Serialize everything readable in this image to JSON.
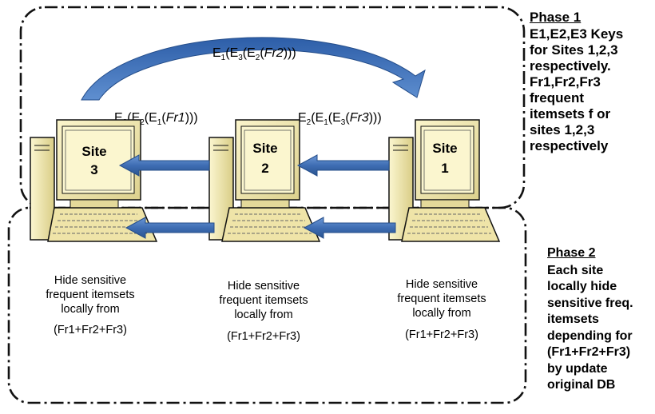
{
  "phase1": {
    "title": "Phase 1",
    "lines": [
      "E1,E2,E3 Keys",
      "for Sites 1,2,3",
      "respectively.",
      "Fr1,Fr2,Fr3",
      "frequent",
      "itemsets f or",
      "sites 1,2,3",
      "respectively"
    ]
  },
  "phase2": {
    "title": "Phase 2",
    "lines": [
      "Each site",
      "locally hide",
      "sensitive freq.",
      "itemsets",
      "depending for",
      "(Fr1+Fr2+Fr3)",
      "by update",
      "original DB"
    ]
  },
  "sites": [
    {
      "name": "Site",
      "number": "3"
    },
    {
      "name": "Site",
      "number": "2"
    },
    {
      "name": "Site",
      "number": "1"
    }
  ],
  "formulas": {
    "top": {
      "prefix": "E",
      "s1": "1",
      "p2": "(E",
      "s2": "3",
      "p3": "(E",
      "s3": "2",
      "p4": "(",
      "var": "Fr2",
      "suffix": ")))"
    },
    "left": {
      "prefix": "E",
      "s1": "3",
      "p2": "(E",
      "s2": "2",
      "p3": "(E",
      "s3": "1",
      "p4": "(",
      "var": "Fr1",
      "suffix": ")))"
    },
    "right": {
      "prefix": "E",
      "s1": "2",
      "p2": "(E",
      "s2": "1",
      "p3": "(E",
      "s3": "3",
      "p4": "(",
      "var": "Fr3",
      "suffix": ")))"
    }
  },
  "hide_blocks": [
    {
      "lines": [
        "Hide sensitive",
        "frequent itemsets",
        "locally from",
        "(Fr1+Fr2+Fr3)"
      ]
    },
    {
      "lines": [
        "Hide sensitive",
        "frequent itemsets",
        "locally from",
        "(Fr1+Fr2+Fr3)"
      ]
    },
    {
      "lines": [
        "Hide sensitive",
        "frequent  itemsets",
        "locally from",
        "(Fr1+Fr2+Fr3)"
      ]
    }
  ],
  "colors": {
    "arrow_blue": "#3f6fb3",
    "arrow_dark": "#1f4f8f",
    "monitor_body": "#f4ecb0",
    "monitor_shade": "#cfc37a",
    "screen": "#fbf6cf",
    "border": "#111111"
  }
}
